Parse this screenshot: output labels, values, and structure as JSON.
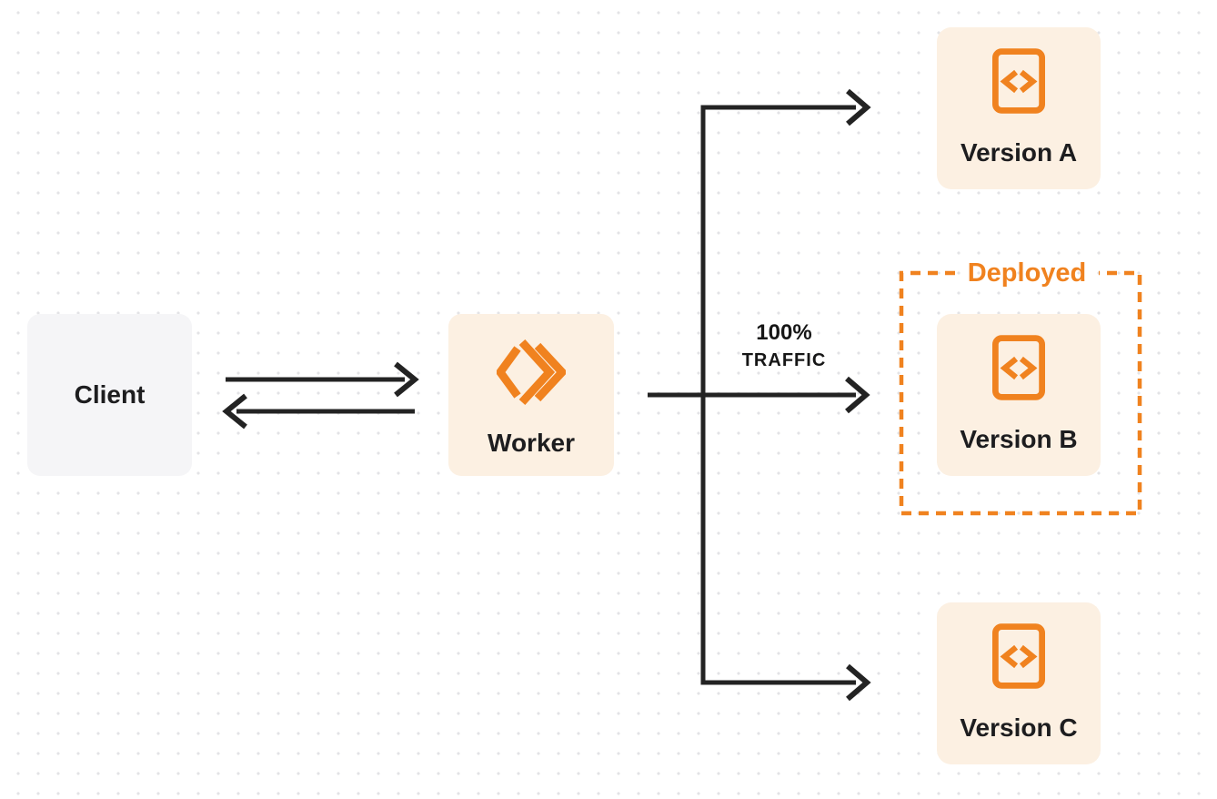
{
  "colors": {
    "accent_orange": "#F0821F",
    "node_fill": "#FCF0E2",
    "client_fill": "#F5F5F7",
    "arrow": "#232323",
    "label_text": "#1D1D1F",
    "background_dot": "#E3E3E6"
  },
  "nodes": {
    "client": {
      "label": "Client"
    },
    "worker": {
      "label": "Worker",
      "icon": "workers-logo-icon"
    },
    "version_a": {
      "label": "Version A",
      "icon": "code-file-icon"
    },
    "version_b": {
      "label": "Version B",
      "icon": "code-file-icon"
    },
    "version_c": {
      "label": "Version C",
      "icon": "code-file-icon"
    }
  },
  "annotations": {
    "deployed": {
      "label": "Deployed"
    },
    "traffic": {
      "line1": "100%",
      "line2": "TRAFFIC"
    }
  }
}
